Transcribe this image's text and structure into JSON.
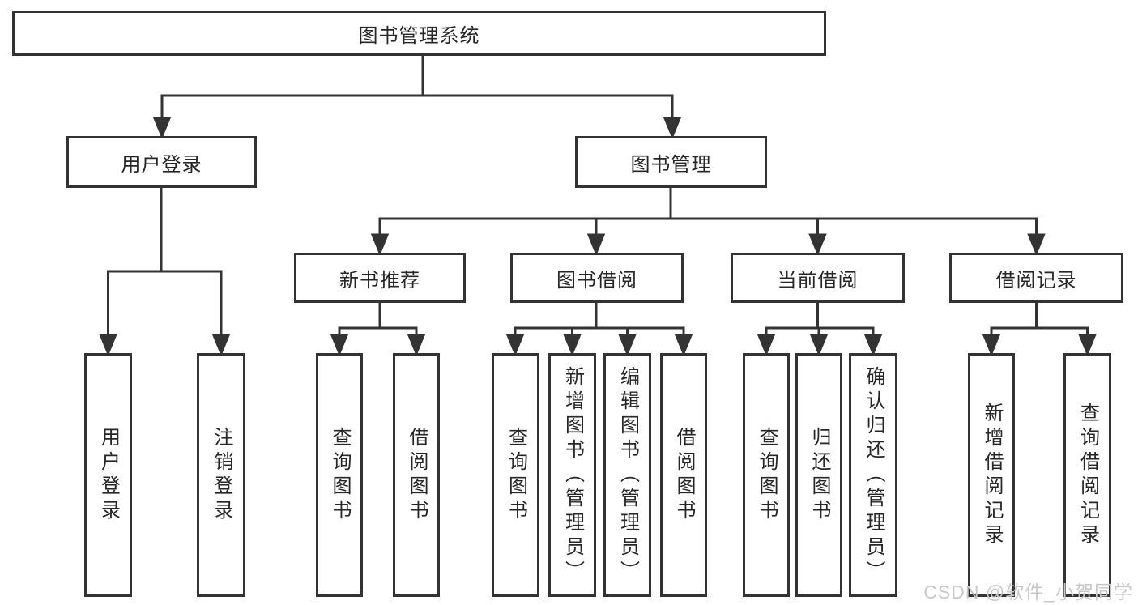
{
  "diagram": {
    "tree": {
      "label": "图书管理系统",
      "children": [
        {
          "label": "用户登录",
          "children": [
            {
              "label": "用户登录"
            },
            {
              "label": "注销登录"
            }
          ]
        },
        {
          "label": "图书管理",
          "children": [
            {
              "label": "新书推荐",
              "children": [
                {
                  "label": "查询图书"
                },
                {
                  "label": "借阅图书"
                }
              ]
            },
            {
              "label": "图书借阅",
              "children": [
                {
                  "label": "查询图书"
                },
                {
                  "label": "新增图书（管理员）"
                },
                {
                  "label": "编辑图书（管理员）"
                },
                {
                  "label": "借阅图书"
                }
              ]
            },
            {
              "label": "当前借阅",
              "children": [
                {
                  "label": "查询图书"
                },
                {
                  "label": "归还图书"
                },
                {
                  "label": "确认归还（管理员）"
                }
              ]
            },
            {
              "label": "借阅记录",
              "children": [
                {
                  "label": "新增借阅记录"
                },
                {
                  "label": "查询借阅记录"
                }
              ]
            }
          ]
        }
      ]
    },
    "colors": {
      "line": "#333333",
      "box_border": "#333333",
      "text": "#262626",
      "background": "#ffffff",
      "watermark": "#c8c8c8"
    }
  },
  "watermark": {
    "text": "CSDN @软件_小贺同学"
  }
}
